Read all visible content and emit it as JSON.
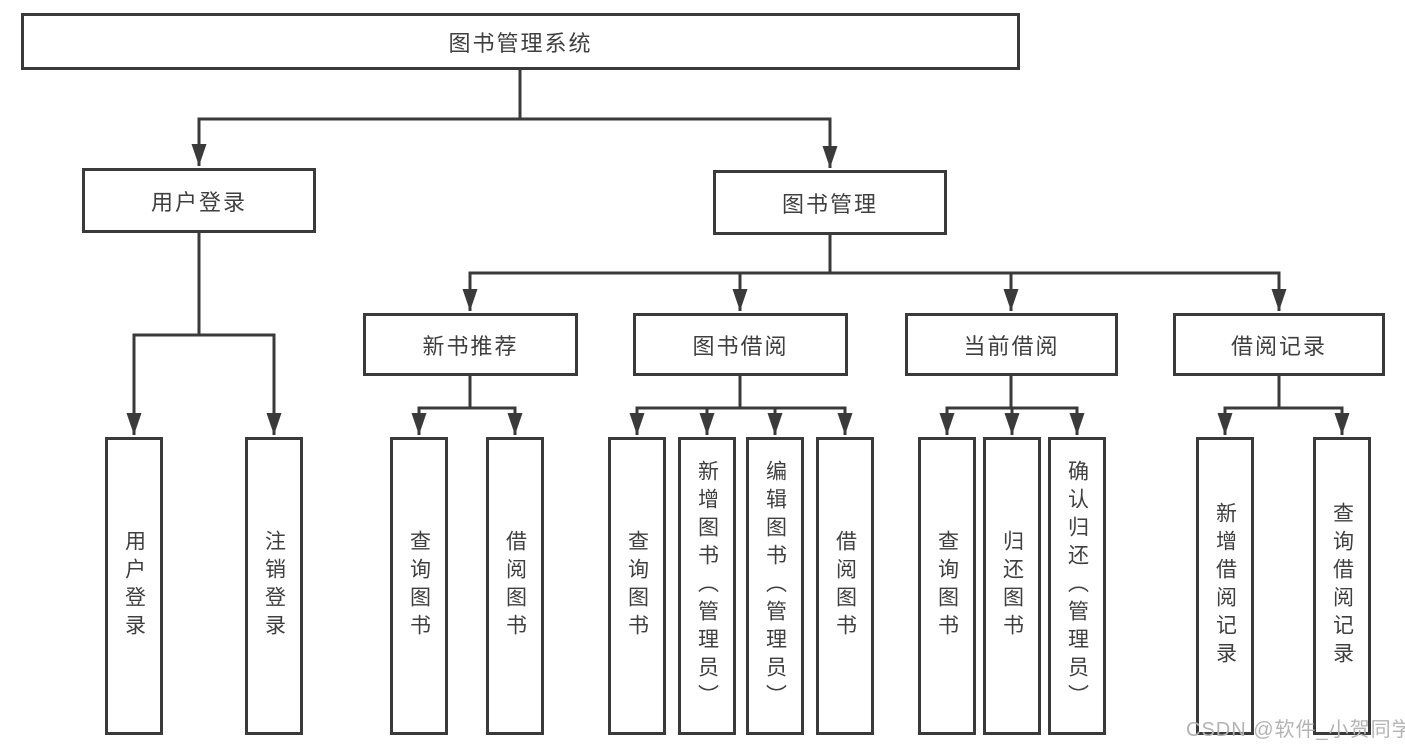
{
  "diagram": {
    "type": "tree",
    "title": "图书管理系统",
    "colors": {
      "line": "#3a3a3a",
      "box_border": "#3a3a3a",
      "text": "#3f3f3f",
      "background": "#ffffff",
      "watermark": "#b4b4b4"
    },
    "tree": {
      "label": "图书管理系统",
      "children": [
        {
          "label": "用户登录",
          "children": [
            {
              "label": "用户登录"
            },
            {
              "label": "注销登录"
            }
          ]
        },
        {
          "label": "图书管理",
          "children": [
            {
              "label": "新书推荐",
              "children": [
                {
                  "label": "查询图书"
                },
                {
                  "label": "借阅图书"
                }
              ]
            },
            {
              "label": "图书借阅",
              "children": [
                {
                  "label": "查询图书"
                },
                {
                  "label": "新增图书（管理员）"
                },
                {
                  "label": "编辑图书（管理员）"
                },
                {
                  "label": "借阅图书"
                }
              ]
            },
            {
              "label": "当前借阅",
              "children": [
                {
                  "label": "查询图书"
                },
                {
                  "label": "归还图书"
                },
                {
                  "label": "确认归还（管理员）"
                }
              ]
            },
            {
              "label": "借阅记录",
              "children": [
                {
                  "label": "新增借阅记录"
                },
                {
                  "label": "查询借阅记录"
                }
              ]
            }
          ]
        }
      ]
    }
  },
  "watermark": {
    "text": "CSDN @软件_小贺同学"
  }
}
